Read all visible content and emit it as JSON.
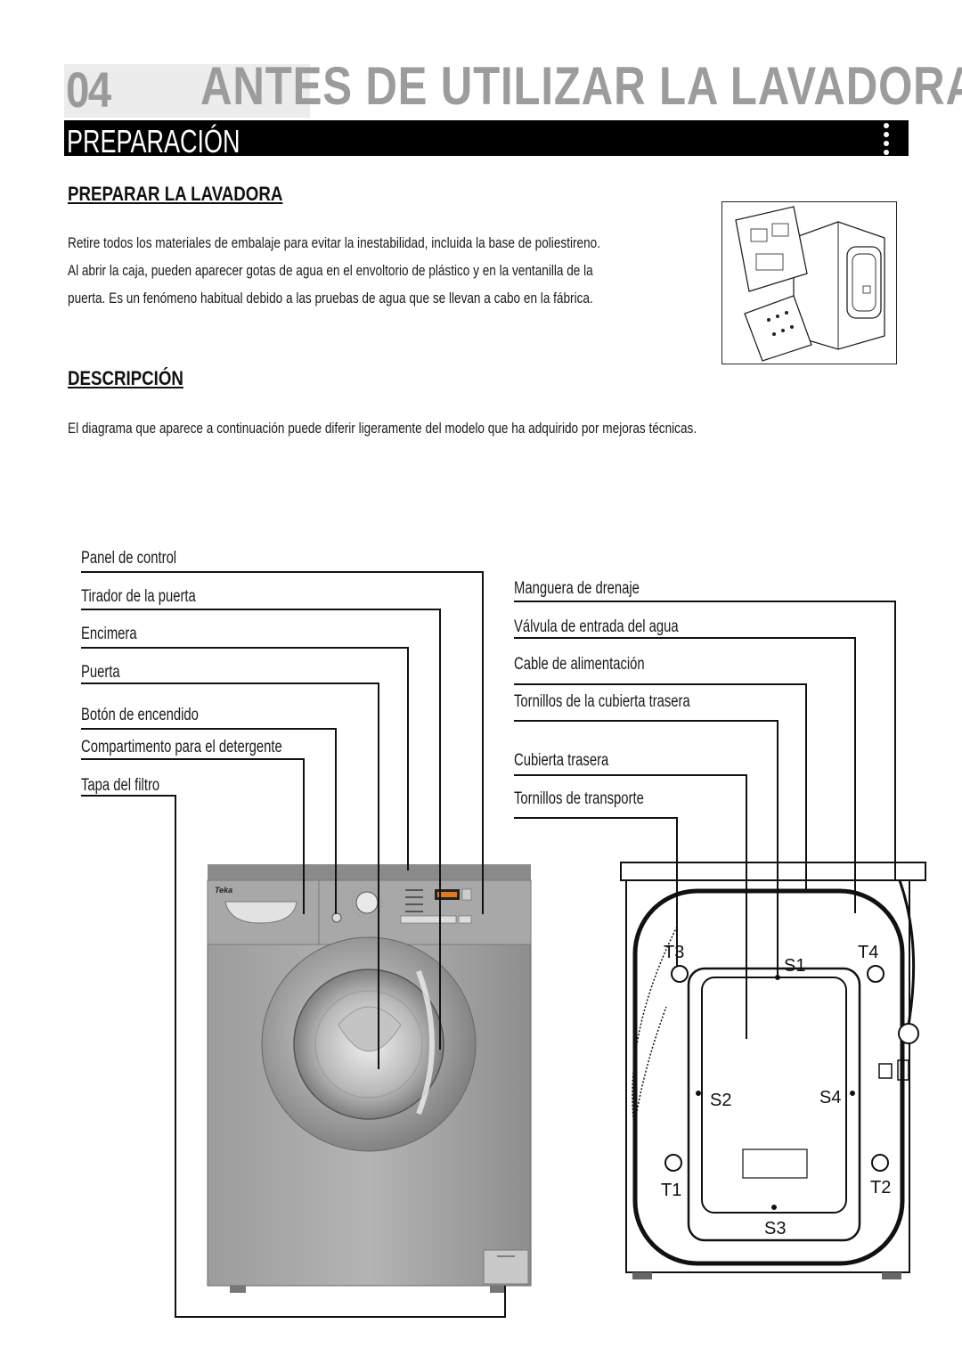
{
  "header": {
    "number": "04",
    "title": "ANTES DE UTILIZAR LA LAVADORA",
    "section_bar": "PREPARACIÓN"
  },
  "prep": {
    "heading": "PREPARAR LA LAVADORA",
    "lines": [
      "Retire todos los materiales de embalaje para evitar la inestabilidad, incluida la base de poliestireno.",
      "Al abrir la caja, pueden aparecer gotas de agua en el envoltorio de plástico y en la ventanilla de la",
      "puerta. Es un fenómeno habitual debido a las pruebas de agua que se llevan a cabo en la fábrica."
    ]
  },
  "desc": {
    "heading": "DESCRIPCIÓN",
    "text": "El diagrama que aparece a continuación puede diferir ligeramente del modelo que ha adquirido por mejoras técnicas."
  },
  "front_labels": [
    "Panel de control",
    "Tirador de la puerta",
    "Encimera",
    "Puerta",
    "Botón de encendido",
    "Compartimento para el detergente",
    "Tapa del filtro"
  ],
  "rear_labels": [
    "Manguera de drenaje",
    "Válvula de entrada del agua",
    "Cable de alimentación",
    "Tornillos de la cubierta trasera",
    "Cubierta trasera",
    "Tornillos de transporte"
  ],
  "rear_marks": {
    "t1": "T1",
    "t2": "T2",
    "t3": "T3",
    "t4": "T4",
    "s1": "S1",
    "s2": "S2",
    "s3": "S3",
    "s4": "S4"
  },
  "brand": "Teka",
  "icons": [
    "power-icon",
    "dots-icon"
  ]
}
